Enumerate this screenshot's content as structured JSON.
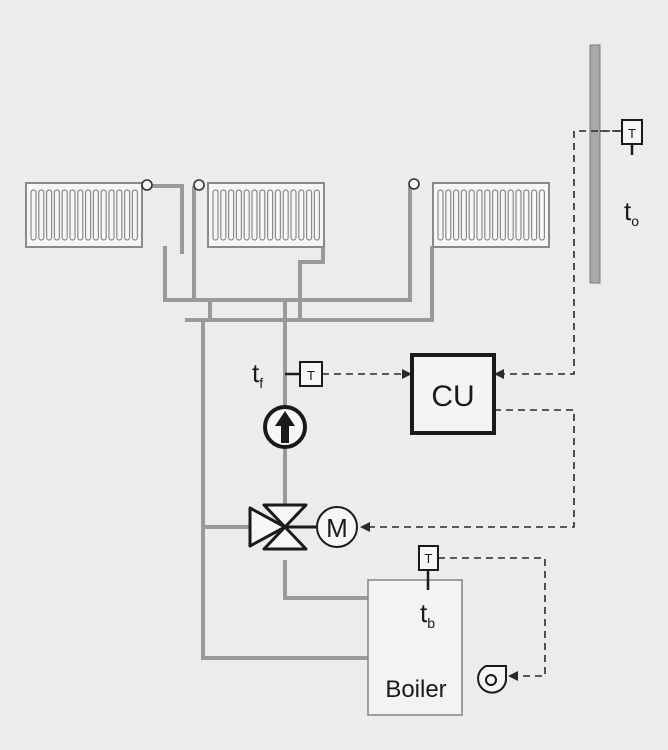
{
  "labels": {
    "control_unit": "CU",
    "boiler": "Boiler",
    "motor": "M",
    "sensor_symbol": "T",
    "flow_temp": {
      "main": "t",
      "sub": "f"
    },
    "outdoor_temp": {
      "main": "t",
      "sub": "o"
    },
    "boiler_temp": {
      "main": "t",
      "sub": "b"
    }
  },
  "colors": {
    "background": "#ececec",
    "pipe": "#9a9a9a",
    "line": "#1a1a1a",
    "wall": "#a9a9a9",
    "boiler_fill": "#f3f3f3"
  },
  "icons": [
    "radiator-icon",
    "thermostatic-valve-icon",
    "temperature-sensor-icon",
    "circulation-pump-icon",
    "three-way-valve-icon",
    "motor-icon",
    "burner-fan-icon"
  ]
}
